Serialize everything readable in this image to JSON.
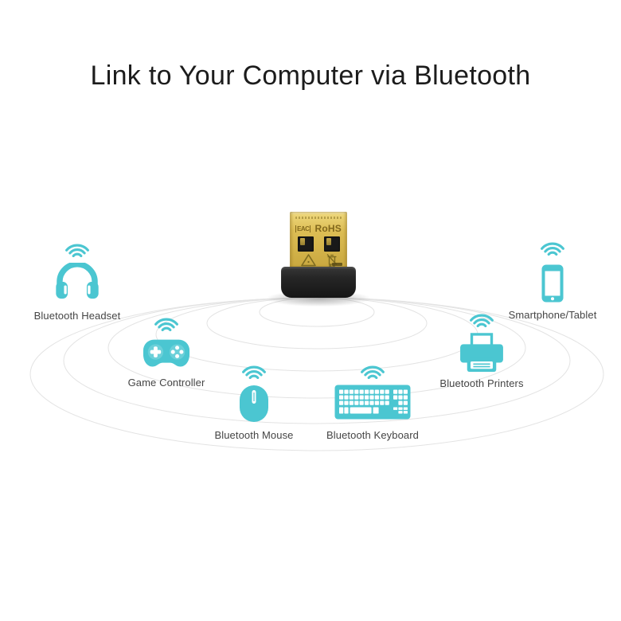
{
  "title": "Link to Your Computer via Bluetooth",
  "adapter": {
    "name": "usb-bluetooth-nano-adapter",
    "markings": {
      "eac": "EAC",
      "rohs": "RoHS"
    }
  },
  "devices": [
    {
      "id": "bluetooth-headset",
      "label": "Bluetooth Headset"
    },
    {
      "id": "game-controller",
      "label": "Game Controller"
    },
    {
      "id": "bluetooth-mouse",
      "label": "Bluetooth Mouse"
    },
    {
      "id": "bluetooth-keyboard",
      "label": "Bluetooth Keyboard"
    },
    {
      "id": "bluetooth-printers",
      "label": "Bluetooth Printers"
    },
    {
      "id": "smartphone-tablet",
      "label": "Smartphone/Tablet"
    }
  ],
  "colors": {
    "accent": "#4BC6D1",
    "title_text": "#1C1C1C",
    "label_text": "#454545",
    "ripple_line": "#E3E3E3",
    "usb_gold": "#D7B84B",
    "adapter_body": "#222222",
    "background": "#FFFFFF"
  }
}
